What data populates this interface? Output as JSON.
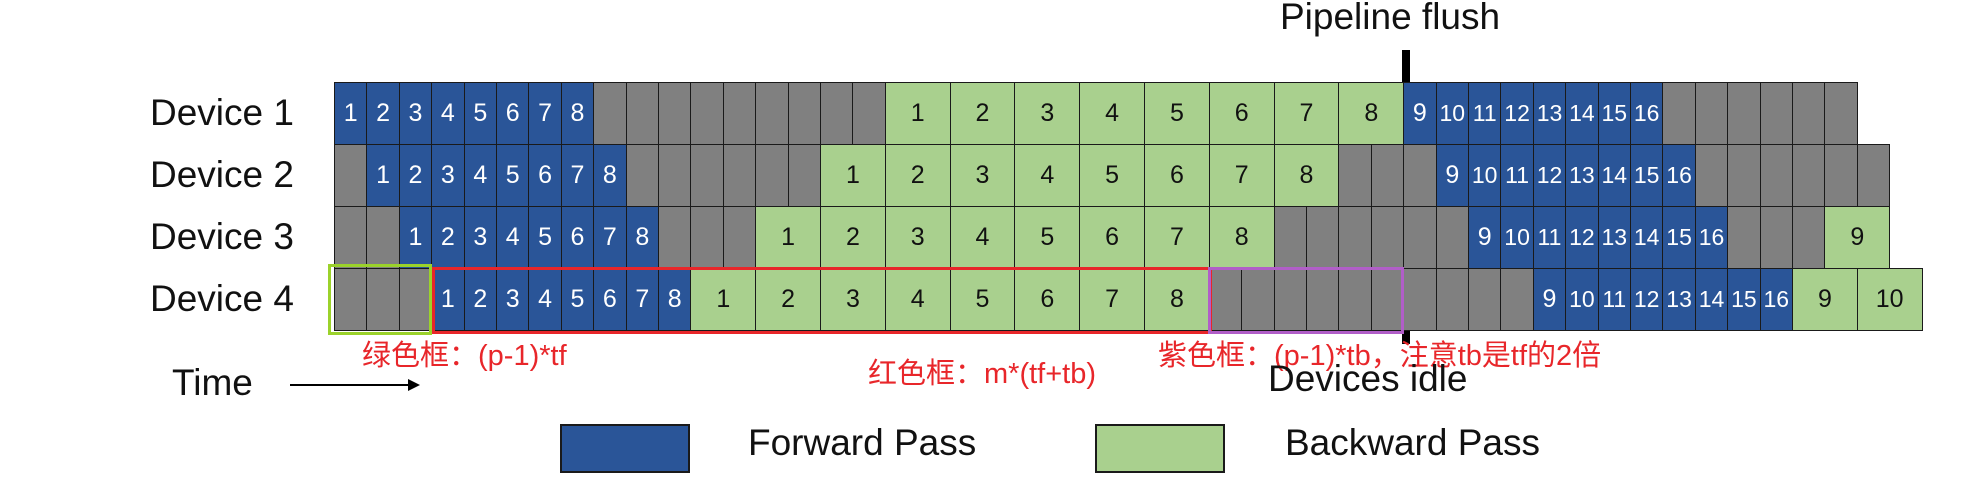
{
  "header": {
    "flush_title": "Pipeline flush",
    "idle_label": "Devices idle"
  },
  "devices": [
    {
      "label": "Device 1",
      "cells": [
        "F1",
        "F2",
        "F3",
        "F4",
        "F5",
        "F6",
        "F7",
        "F8",
        "I",
        "I",
        "I",
        "I",
        "I",
        "I",
        "I",
        "I",
        "I",
        "B1",
        "B2",
        "B3",
        "B4",
        "B5",
        "B6",
        "B7",
        "B8",
        "F9",
        "F10",
        "F11",
        "F12",
        "F13",
        "F14",
        "F15",
        "F16",
        "I",
        "I",
        "I",
        "I",
        "I",
        "I"
      ]
    },
    {
      "label": "Device 2",
      "cells": [
        "I",
        "F1",
        "F2",
        "F3",
        "F4",
        "F5",
        "F6",
        "F7",
        "F8",
        "I",
        "I",
        "I",
        "I",
        "I",
        "I",
        "B1",
        "B2",
        "B3",
        "B4",
        "B5",
        "B6",
        "B7",
        "B8",
        "I",
        "I",
        "I",
        "F9",
        "F10",
        "F11",
        "F12",
        "F13",
        "F14",
        "F15",
        "F16",
        "I",
        "I",
        "I",
        "I",
        "I",
        "I"
      ]
    },
    {
      "label": "Device 3",
      "cells": [
        "I",
        "I",
        "F1",
        "F2",
        "F3",
        "F4",
        "F5",
        "F6",
        "F7",
        "F8",
        "I",
        "I",
        "I",
        "B1",
        "B2",
        "B3",
        "B4",
        "B5",
        "B6",
        "B7",
        "B8",
        "I",
        "I",
        "I",
        "I",
        "I",
        "I",
        "F9",
        "F10",
        "F11",
        "F12",
        "F13",
        "F14",
        "F15",
        "F16",
        "I",
        "I",
        "I",
        "B9"
      ]
    },
    {
      "label": "Device 4",
      "cells": [
        "I",
        "I",
        "I",
        "F1",
        "F2",
        "F3",
        "F4",
        "F5",
        "F6",
        "F7",
        "F8",
        "B1",
        "B2",
        "B3",
        "B4",
        "B5",
        "B6",
        "B7",
        "B8",
        "I",
        "I",
        "I",
        "I",
        "I",
        "I",
        "I",
        "I",
        "I",
        "I",
        "F9",
        "F10",
        "F11",
        "F12",
        "F13",
        "F14",
        "F15",
        "F16",
        "B9",
        "B10"
      ]
    }
  ],
  "annotations": {
    "green_note": "绿色框：(p-1)*tf",
    "red_note": "红色框：m*(tf+tb)",
    "purple_note": "紫色框：(p-1)*tb，注意tb是tf的2倍"
  },
  "time_label": "Time",
  "legend": [
    {
      "label": "Forward Pass",
      "color": "#2a5598"
    },
    {
      "label": "Backward Pass",
      "color": "#a9d08e"
    }
  ],
  "colors": {
    "forward": "#2a5598",
    "backward": "#a9d08e",
    "idle": "#808080",
    "green_box": "#9bd22b",
    "red_box": "#e8262a",
    "purple_box": "#b15ec8"
  }
}
